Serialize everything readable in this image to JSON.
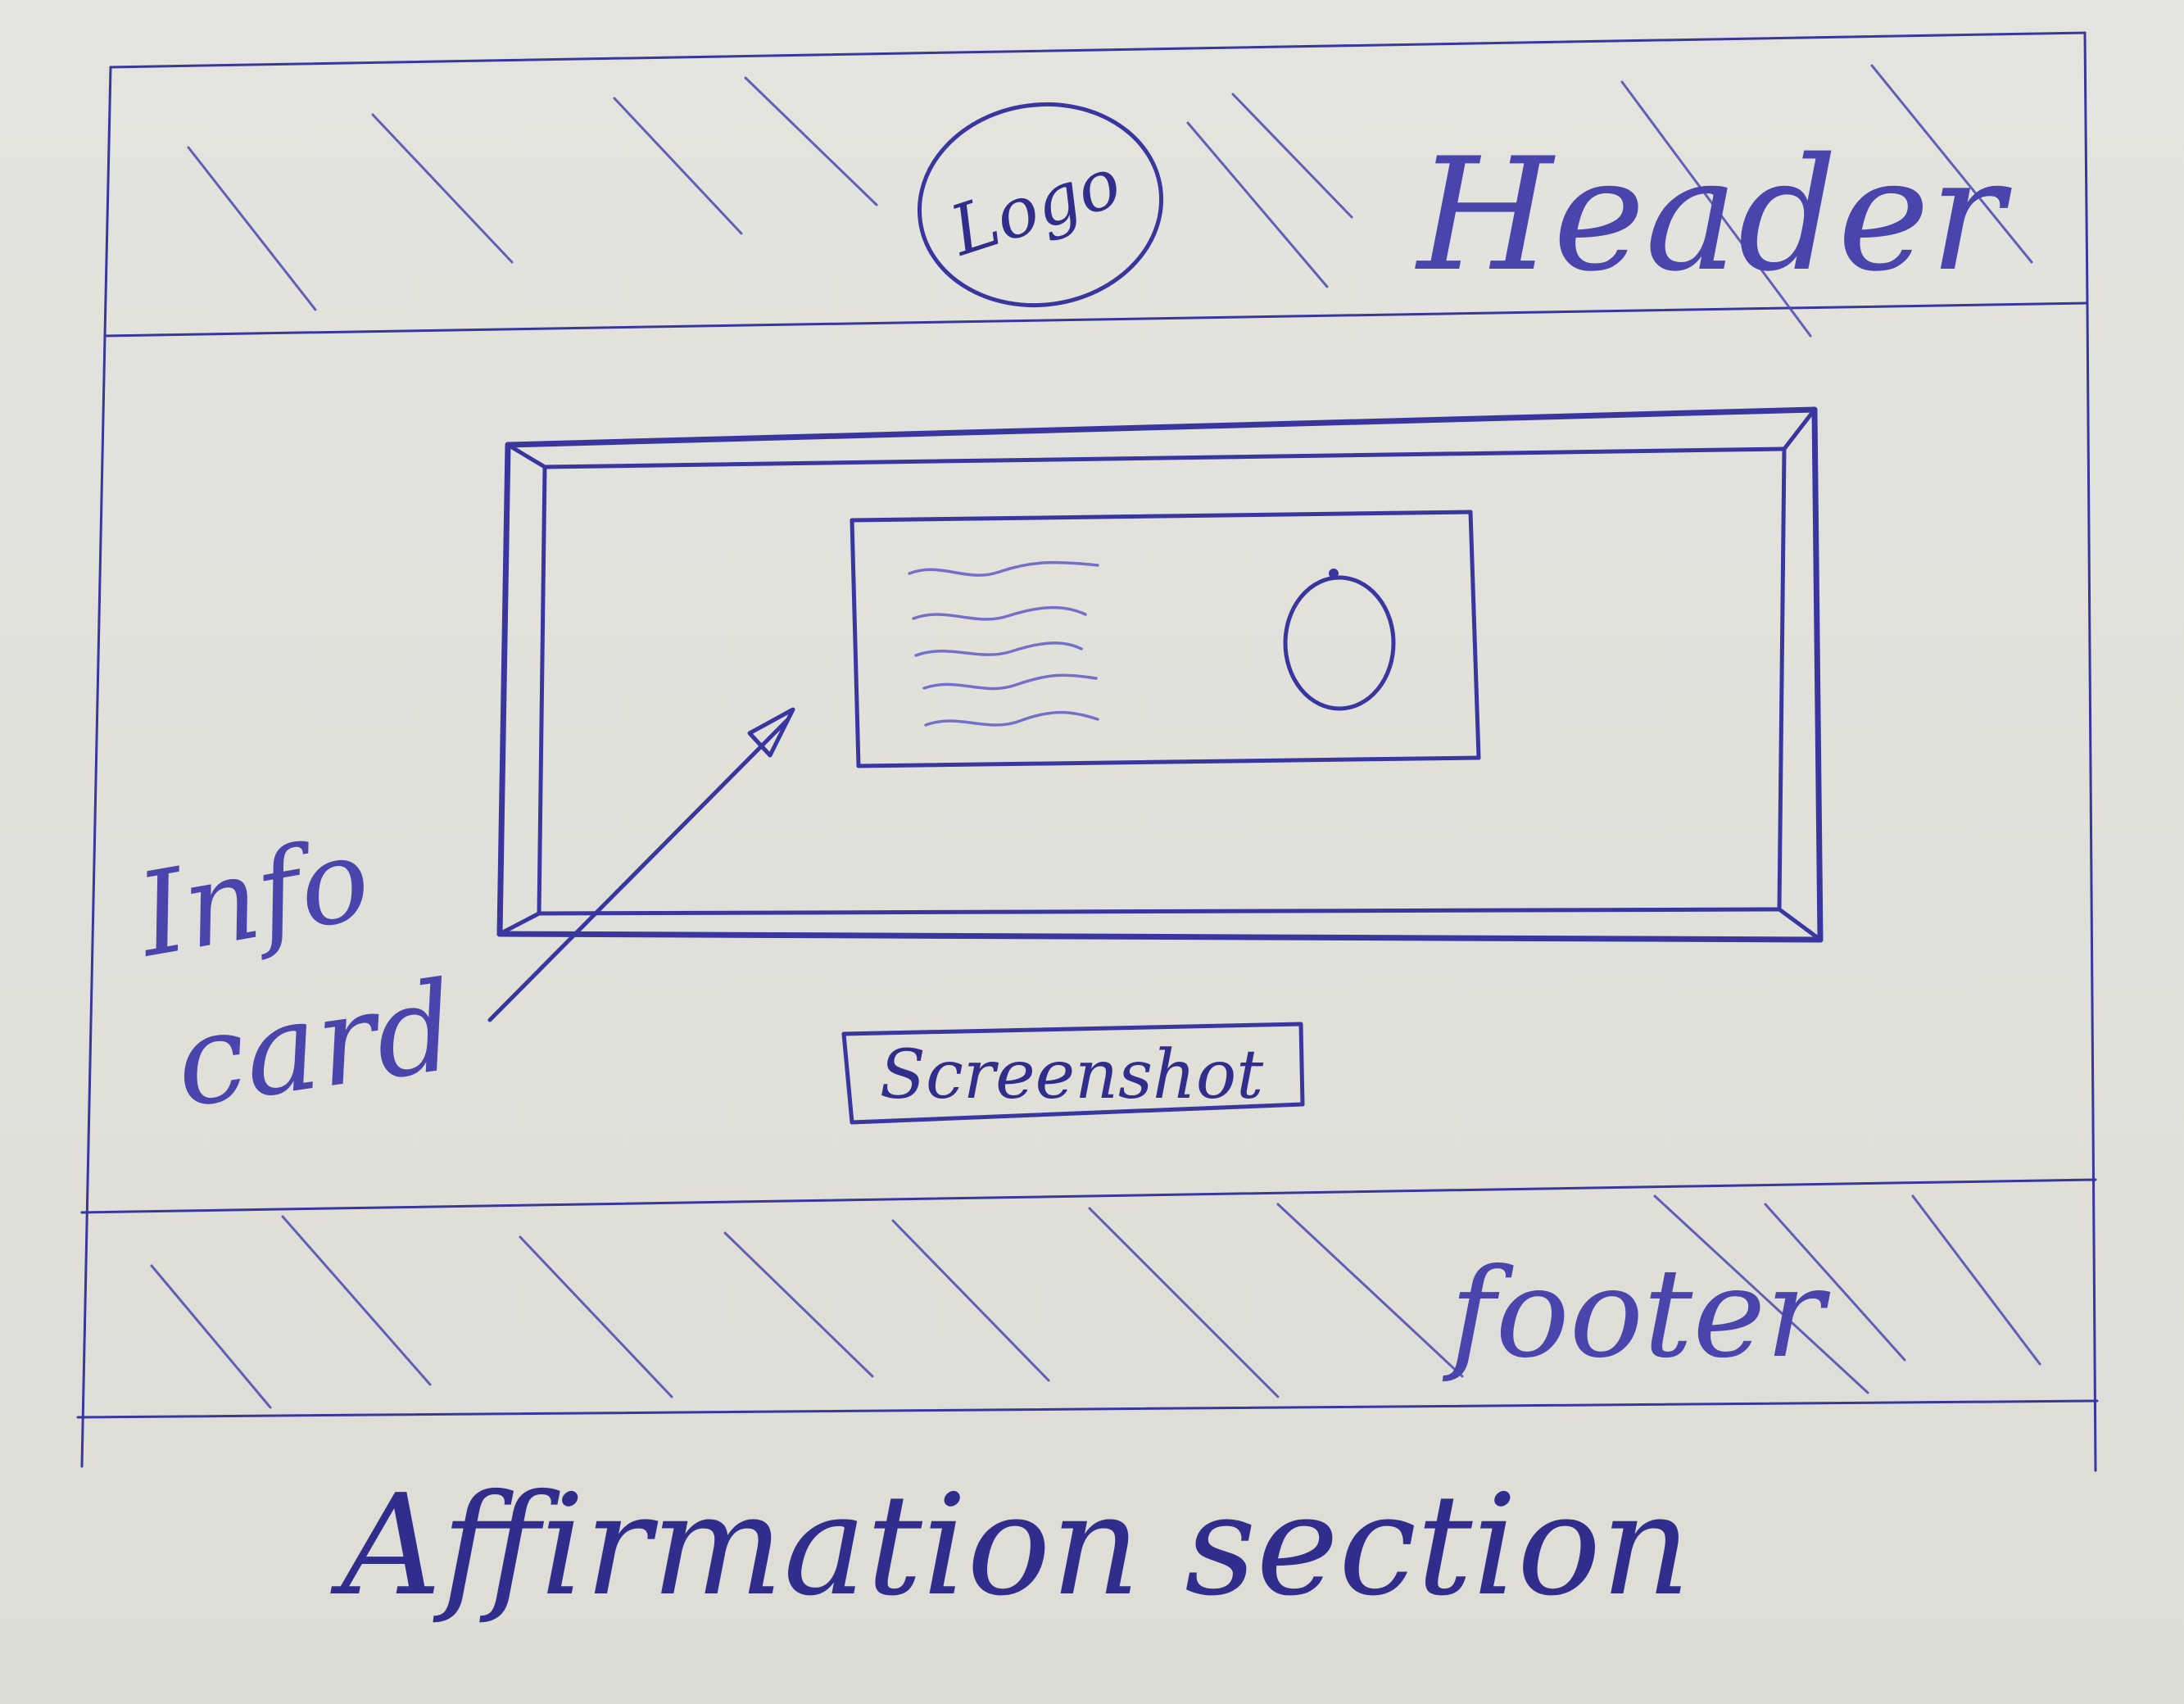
{
  "header": {
    "label": "Header",
    "logo_label": "Logo"
  },
  "info_card": {
    "annotation_line1": "Info",
    "annotation_line2": "card"
  },
  "screenshot_button": {
    "label": "Screenshot"
  },
  "footer": {
    "label": "footer"
  },
  "caption": {
    "text": "Affirmation section"
  },
  "colors": {
    "ink": "#3a36a0",
    "paper": "#e0e0da"
  }
}
